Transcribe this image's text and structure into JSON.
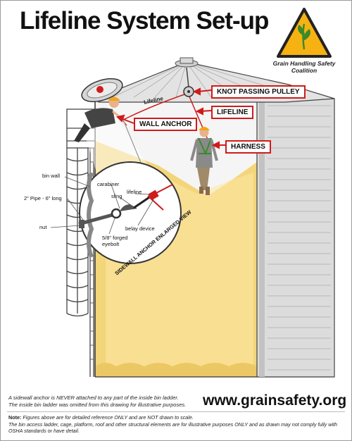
{
  "title": "Lifeline System Set-up",
  "logo": {
    "org": "Grain Handling Safety Coalition",
    "icon": "warning-triangle-icon",
    "colors": {
      "fill": "#f6b212",
      "stroke": "#222222",
      "sprout": "#3a8a2a"
    }
  },
  "callouts": {
    "knot_passing_pulley": "KNOT PASSING PULLEY",
    "lifeline": "LIFELINE",
    "wall_anchor": "WALL ANCHOR",
    "harness": "HARNESS",
    "lifeline_rope": "Lifeline"
  },
  "detail": {
    "title": "SIDEWALL ANCHOR ENLARGED VIEW",
    "labels": {
      "bin_wall": "bin wall",
      "pipe": "2\" Pipe - 6\" long",
      "nut": "nut",
      "carabiner": "carabiner",
      "sling": "sling",
      "lifeline": "lifeline",
      "belay_device": "belay device",
      "eyebolt_line1": "5/8\" forged",
      "eyebolt_line2": "eyebolt"
    }
  },
  "footer": {
    "note_line1": "A sidewall anchor is NEVER attached to any part of the inside bin ladder.",
    "note_line2": "The inside bin ladder was omitted from this drawing for illustrative purposes.",
    "website": "www.grainsafety.org",
    "note_label": "Note:",
    "note_text1": " Figures above are for detailed reference ONLY and are NOT drawn to scale.",
    "note_text2": "The bin access ladder, cage, platform, roof and other structural elements are for illustrative purposes ONLY and as drawn may not comply fully with OSHA standards or have detail."
  },
  "colors": {
    "grain": "#f3d57a",
    "accent": "#d01b1b",
    "bin_wall": "#d9d9d9"
  }
}
